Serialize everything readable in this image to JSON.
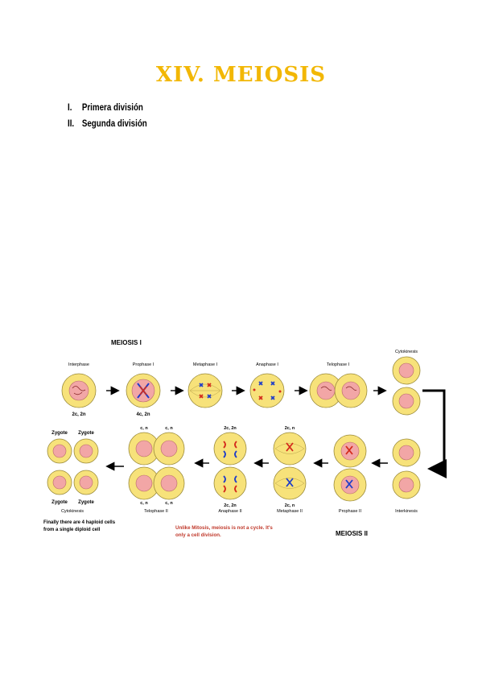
{
  "page": {
    "title": "XIV. MEIOSIS",
    "outline": [
      {
        "num": "I.",
        "label": "Primera división"
      },
      {
        "num": "II.",
        "label": "Segunda división"
      }
    ]
  },
  "diagram": {
    "meiosis1_label": "MEIOSIS I",
    "meiosis2_label": "MEIOSIS II",
    "stages": {
      "interphase": "Interphase",
      "prophase1": "Prophase I",
      "metaphase1": "Metaphase I",
      "anaphase1": "Anaphase I",
      "telophase1": "Telophase I",
      "cytokinesis_top": "Cytokinesis",
      "interkinesis": "Interkinesis",
      "prophase2": "Prophase II",
      "metaphase2": "Metaphase II",
      "anaphase2": "Anaphase II",
      "telophase2": "Telophase II",
      "cytokinesis_bottom": "Cytokinesis"
    },
    "ploidy": {
      "interphase": "2c, 2n",
      "prophase1": "4c, 2n",
      "anaphase2_top": "2c, 2n",
      "anaphase2_bottom": "2c, 2n",
      "metaphase2_top": "2c, n",
      "metaphase2_bottom": "2c, n",
      "telophase2_tl": "c, n",
      "telophase2_tr": "c, n",
      "telophase2_bl": "c, n",
      "telophase2_br": "c, n"
    },
    "zygote": "Zygote",
    "caption_finally_1": "Finally there are 4 haploid cells",
    "caption_finally_2": "from a single diploid cell",
    "caption_unlike_1": "Unlike Mitosis, meiosis is not a cycle. It's",
    "caption_unlike_2": "only a cell division."
  },
  "colors": {
    "title": "#f2b705",
    "cell_fill": "#f7e27a",
    "cell_stroke": "#9a8a3a",
    "nucleus": "#f2a6a6",
    "chromosome_red": "#d42a1c",
    "chromosome_blue": "#1f3ec9",
    "caption_red": "#c0392b"
  }
}
